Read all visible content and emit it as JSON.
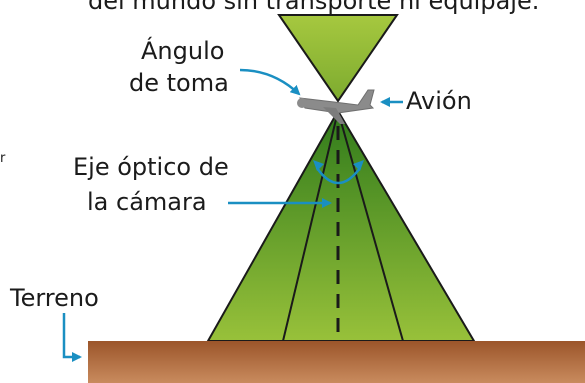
{
  "diagram": {
    "top_text": "del mundo sin transporte ni equipaje.",
    "labels": {
      "angle_line1": "Ángulo",
      "angle_line2": "de toma",
      "plane": "Avión",
      "axis_line1": "Eje óptico de",
      "axis_line2": "la cámara",
      "ground": "Terreno",
      "side_mark": "r"
    },
    "colors": {
      "green_light": "#a4c73e",
      "green_dark": "#2f7a1b",
      "ground_top": "#9e5a2e",
      "ground_bottom": "#c7895c",
      "arrow": "#1a8fc2",
      "plane": "#8b8b8b",
      "line": "#1a1a1a"
    }
  }
}
